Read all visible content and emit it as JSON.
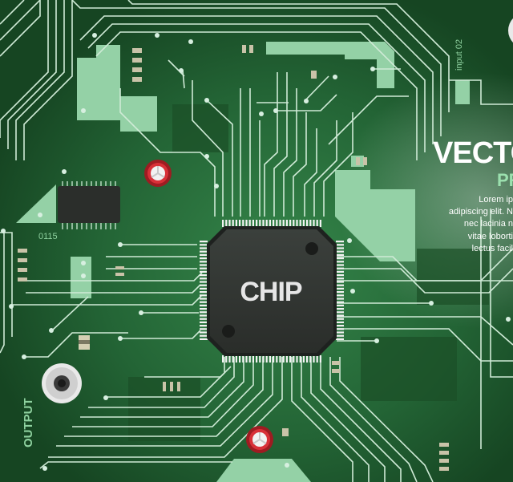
{
  "chip": {
    "label": "CHIP"
  },
  "labels": {
    "input": "input 02",
    "code": "0115",
    "output": "OUTPUT"
  },
  "panel": {
    "title": "VECTOR",
    "subtitle": "PR",
    "lines": [
      "Lorem ip",
      "adipiscing elit. N",
      "nec lacinia n",
      "vitae loborti",
      "lectus facil"
    ]
  },
  "colors": {
    "board": "#1f5a2c",
    "trace": "#cfead6",
    "pad": "#94d1a6",
    "chip": "#2f3330",
    "capacitor": "#c8262e"
  }
}
